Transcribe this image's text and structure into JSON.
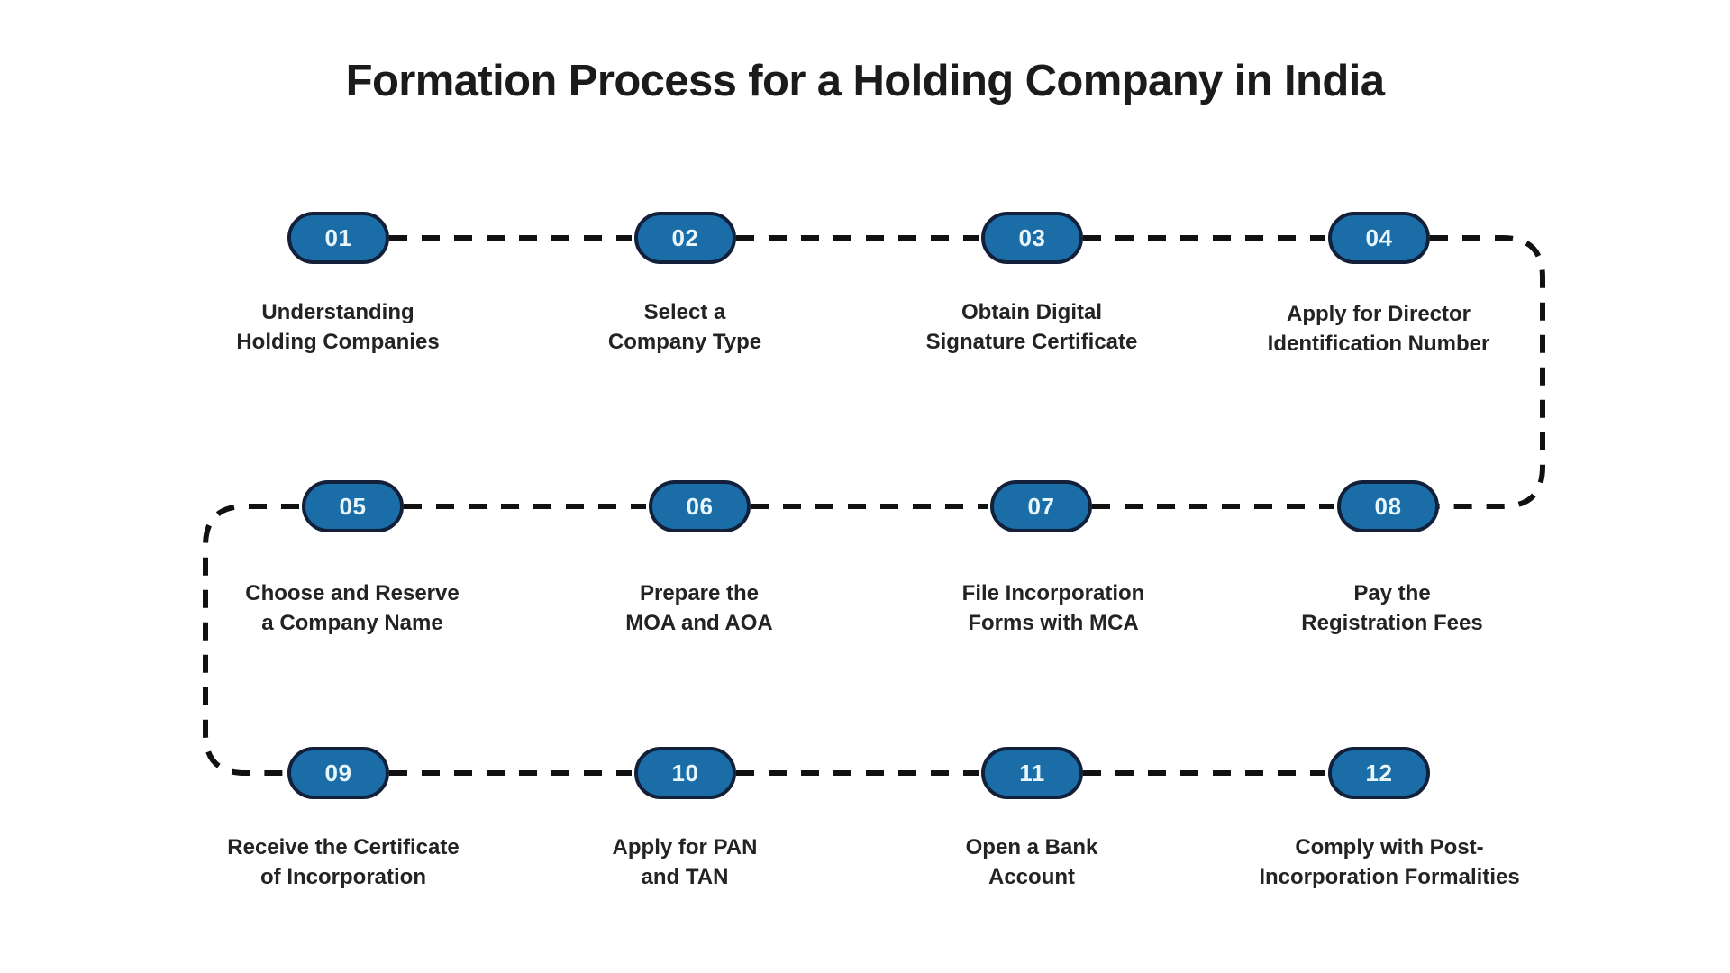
{
  "page": {
    "title": "Formation Process for a Holding Company in India",
    "background_color": "#ffffff"
  },
  "theme": {
    "pill_fill": "#1b6da8",
    "pill_border": "#13203a",
    "pill_text": "#e8f6fb",
    "label_text": "#232326",
    "title_text": "#1b1b1d",
    "connector_color": "#111111"
  },
  "flow": {
    "type": "serpentine-process",
    "rows": 3,
    "columns": 4,
    "total_steps": 12,
    "direction_row1": "left-to-right",
    "direction_row2": "right-to-left-wrap",
    "direction_row3": "left-to-right"
  },
  "steps": [
    {
      "number": "01",
      "line1": "Understanding",
      "line2": "Holding Companies"
    },
    {
      "number": "02",
      "line1": "Select a",
      "line2": "Company Type"
    },
    {
      "number": "03",
      "line1": "Obtain Digital",
      "line2": "Signature Certificate"
    },
    {
      "number": "04",
      "line1": "Apply for Director",
      "line2": "Identification Number"
    },
    {
      "number": "05",
      "line1": "Choose and Reserve",
      "line2": "a Company Name"
    },
    {
      "number": "06",
      "line1": "Prepare the",
      "line2": "MOA and AOA"
    },
    {
      "number": "07",
      "line1": "File Incorporation",
      "line2": "Forms with MCA"
    },
    {
      "number": "08",
      "line1": "Pay the",
      "line2": "Registration Fees"
    },
    {
      "number": "09",
      "line1": "Receive the Certificate",
      "line2": "of Incorporation"
    },
    {
      "number": "10",
      "line1": "Apply for PAN",
      "line2": "and TAN"
    },
    {
      "number": "11",
      "line1": "Open a Bank",
      "line2": "Account"
    },
    {
      "number": "12",
      "line1": "Comply with Post-",
      "line2": "Incorporation Formalities"
    }
  ]
}
